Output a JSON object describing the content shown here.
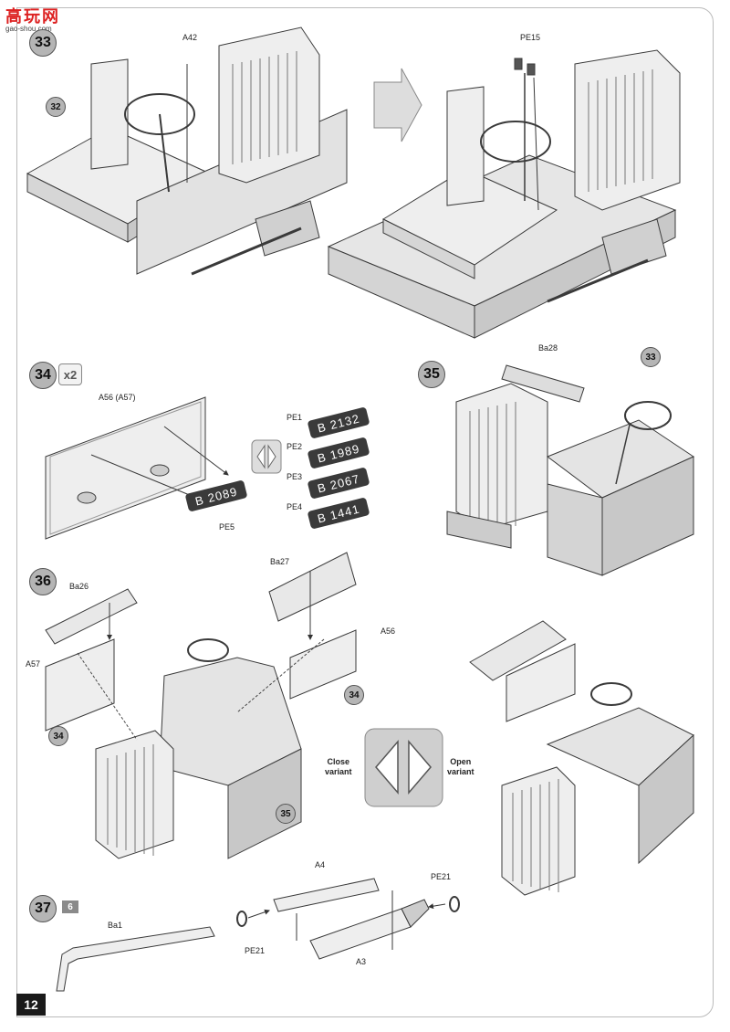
{
  "watermark": {
    "title": "高玩网",
    "url": "gao-shou.com"
  },
  "page_number": "12",
  "steps": {
    "s33": "33",
    "s34": "34",
    "s35": "35",
    "s36": "36",
    "s37": "37",
    "mult34": "x2",
    "paint37": "6"
  },
  "refs": {
    "r32": "32",
    "r33": "33",
    "r34a": "34",
    "r34b": "34",
    "r35": "35"
  },
  "labels": {
    "a42": "A42",
    "pe15": "PE15",
    "a56a57": "A56 (A57)",
    "pe5": "PE5",
    "pe1": "PE1",
    "pe2": "PE2",
    "pe3": "PE3",
    "pe4": "PE4",
    "ba28": "Ba28",
    "ba26": "Ba26",
    "ba27": "Ba27",
    "a57": "A57",
    "a56": "A56",
    "a4": "A4",
    "pe21a": "PE21",
    "pe21b": "PE21",
    "ba1": "Ba1",
    "a3": "A3"
  },
  "plates": {
    "pe5": "B 2089",
    "pe1": "B 2132",
    "pe2": "B 1989",
    "pe3": "B 2067",
    "pe4": "B 1441"
  },
  "variants": {
    "close": "Close\nvariant",
    "open": "Open\nvariant"
  },
  "colors": {
    "line": "#3a3a3a",
    "fill": "#eeeeee",
    "shade": "#c8c8c8",
    "accent": "#8d8d8d"
  }
}
